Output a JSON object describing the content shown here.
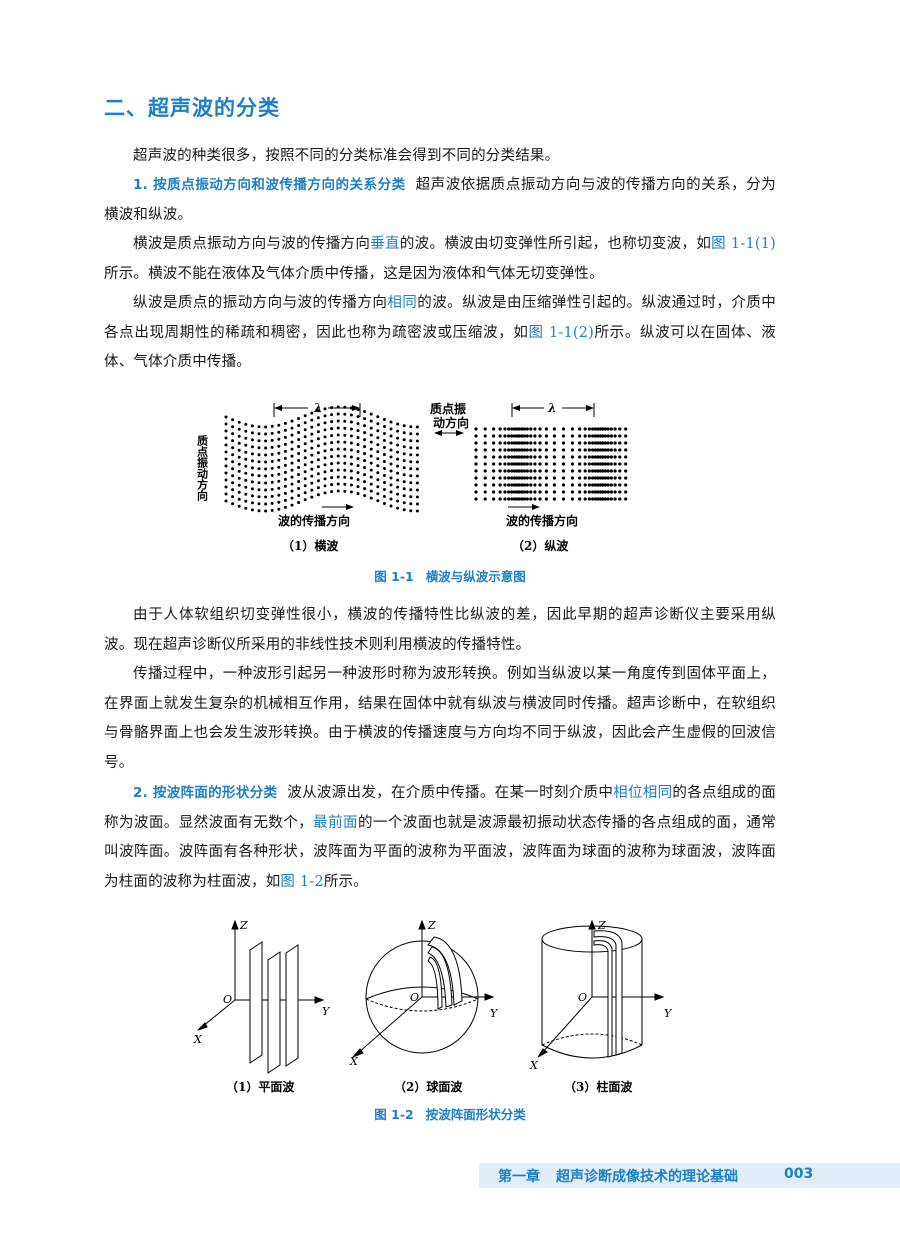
{
  "section": {
    "title": "二、超声波的分类"
  },
  "paragraphs": {
    "p1": "超声波的种类很多，按照不同的分类标准会得到不同的分类结果。",
    "p2": {
      "heading": "1. 按质点振动方向和波传播方向的关系分类",
      "text": "超声波依据质点振动方向与波的传播方向的关系，分为横波和纵波。"
    },
    "p3": {
      "a": "横波是质点振动方向与波的传播方向",
      "b": "垂直",
      "c": "的波。横波由切变弹性所引起，也称切变波，如",
      "d": "图 1-1(1)",
      "e": "所示。横波不能在液体及气体介质中传播，这是因为液体和气体无切变弹性。"
    },
    "p4": {
      "a": "纵波是质点的振动方向与波的传播方向",
      "b": "相同",
      "c": "的波。纵波是由压缩弹性引起的。纵波通过时，介质中各点出现周期性的稀疏和稠密，因此也称为疏密波或压缩波，如",
      "d": "图 1-1(2)",
      "e": "所示。纵波可以在固体、液体、气体介质中传播。"
    },
    "p5": "由于人体软组织切变弹性很小，横波的传播特性比纵波的差，因此早期的超声诊断仪主要采用纵波。现在超声诊断仪所采用的非线性技术则利用横波的传播特性。",
    "p6": "传播过程中，一种波形引起另一种波形时称为波形转换。例如当纵波以某一角度传到固体平面上，在界面上就发生复杂的机械相互作用，结果在固体中就有纵波与横波同时传播。超声诊断中，在软组织与骨骼界面上也会发生波形转换。由于横波的传播速度与方向均不同于纵波，因此会产生虚假的回波信号。",
    "p7": {
      "heading": "2. 按波阵面的形状分类",
      "a": "波从波源出发，在介质中传播。在某一时刻介质中",
      "b": "相位相同",
      "c": "的各点组成的面称为波面。显然波面有无数个，",
      "d": "最前面",
      "e": "的一个波面也就是波源最初振动状态传播的各点组成的面，通常叫波阵面。波阵面有各种形状，波阵面为平面的波称为平面波，波阵面为球面的波称为球面波，波阵面为柱面的波称为柱面波，如",
      "f": "图 1-2",
      "g": "所示。"
    }
  },
  "figure1": {
    "caption_num": "图 1-1",
    "caption_text": "横波与纵波示意图",
    "left": {
      "vib_label": "质点振动方向",
      "lambda": "λ",
      "prop_label": "波的传播方向",
      "sub_caption": "（1）横波"
    },
    "right": {
      "vib_label_1": "质点振",
      "vib_label_2": "动方向",
      "lambda": "λ",
      "prop_label": "波的传播方向",
      "sub_caption": "（2）纵波"
    }
  },
  "figure2": {
    "caption_num": "图 1-2",
    "caption_text": "按波阵面形状分类",
    "axes": {
      "z": "Z",
      "x": "X",
      "y": "Y",
      "o": "O"
    },
    "sub_captions": [
      "（1）平面波",
      "（2）球面波",
      "（3）柱面波"
    ]
  },
  "footer": {
    "chapter": "第一章",
    "title": "超声诊断成像技术的理论基础",
    "page": "003"
  },
  "colors": {
    "accent": "#1e7fc4",
    "footer_bg": "#e1eef8"
  }
}
